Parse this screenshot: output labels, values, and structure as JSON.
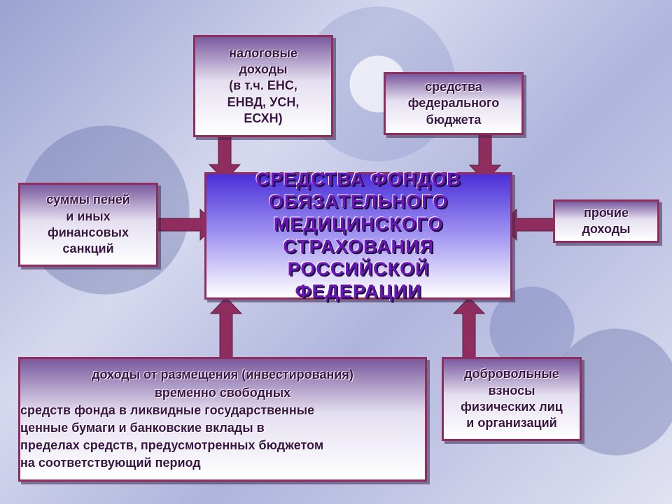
{
  "center": {
    "lines": [
      "СРЕДСТВА ФОНДОВ",
      "ОБЯЗАТЕЛЬНОГО",
      "МЕДИЦИНСКОГО",
      "СТРАХОВАНИЯ",
      "РОССИЙСКОЙ",
      "ФЕДЕРАЦИИ"
    ]
  },
  "sources": {
    "tax_income": {
      "lines": [
        "налоговые",
        "доходы",
        "(в т.ч. ЕНС,",
        "ЕНВД, УСН,",
        "ЕСХН)"
      ]
    },
    "federal_budget": {
      "lines": [
        "средства",
        "федерального",
        "бюджета"
      ]
    },
    "penalties": {
      "lines": [
        "суммы пеней",
        "и иных",
        "финансовых",
        "санкций"
      ]
    },
    "other_income": {
      "lines": [
        "прочие",
        "доходы"
      ]
    },
    "investment_income": {
      "lines": [
        "доходы от размещения (инвестирования)",
        "временно свободных",
        "средств фонда в ликвидные государственные",
        "ценные бумаги и банковские вклады в",
        "пределах средств, предусмотренных бюджетом",
        "на соответствующий  период"
      ]
    },
    "voluntary": {
      "lines": [
        "добровольные",
        "взносы",
        "физических лиц",
        "и организаций"
      ]
    }
  },
  "colors": {
    "arrow": "#8e2d5e",
    "box_border": "#8e2d5e",
    "box_text": "#3a1446",
    "center_text": "#6a16b8"
  }
}
